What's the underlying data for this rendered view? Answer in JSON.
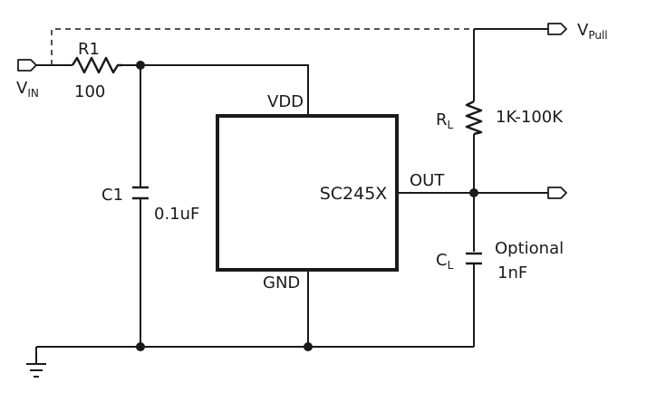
{
  "ic": {
    "name": "SC245X",
    "pin_vdd": "VDD",
    "pin_out": "OUT",
    "pin_gnd": "GND"
  },
  "r1": {
    "ref": "R1",
    "value": "100"
  },
  "c1": {
    "ref": "C1",
    "value": "0.1uF"
  },
  "rl": {
    "ref_main": "R",
    "ref_sub": "L",
    "value": "1K-100K"
  },
  "cl": {
    "ref_main": "C",
    "ref_sub": "L",
    "value_line1": "Optional",
    "value_line2": "1nF"
  },
  "vin": {
    "main": "V",
    "sub": "IN"
  },
  "vpull": {
    "main": "V",
    "sub": "Pull"
  }
}
